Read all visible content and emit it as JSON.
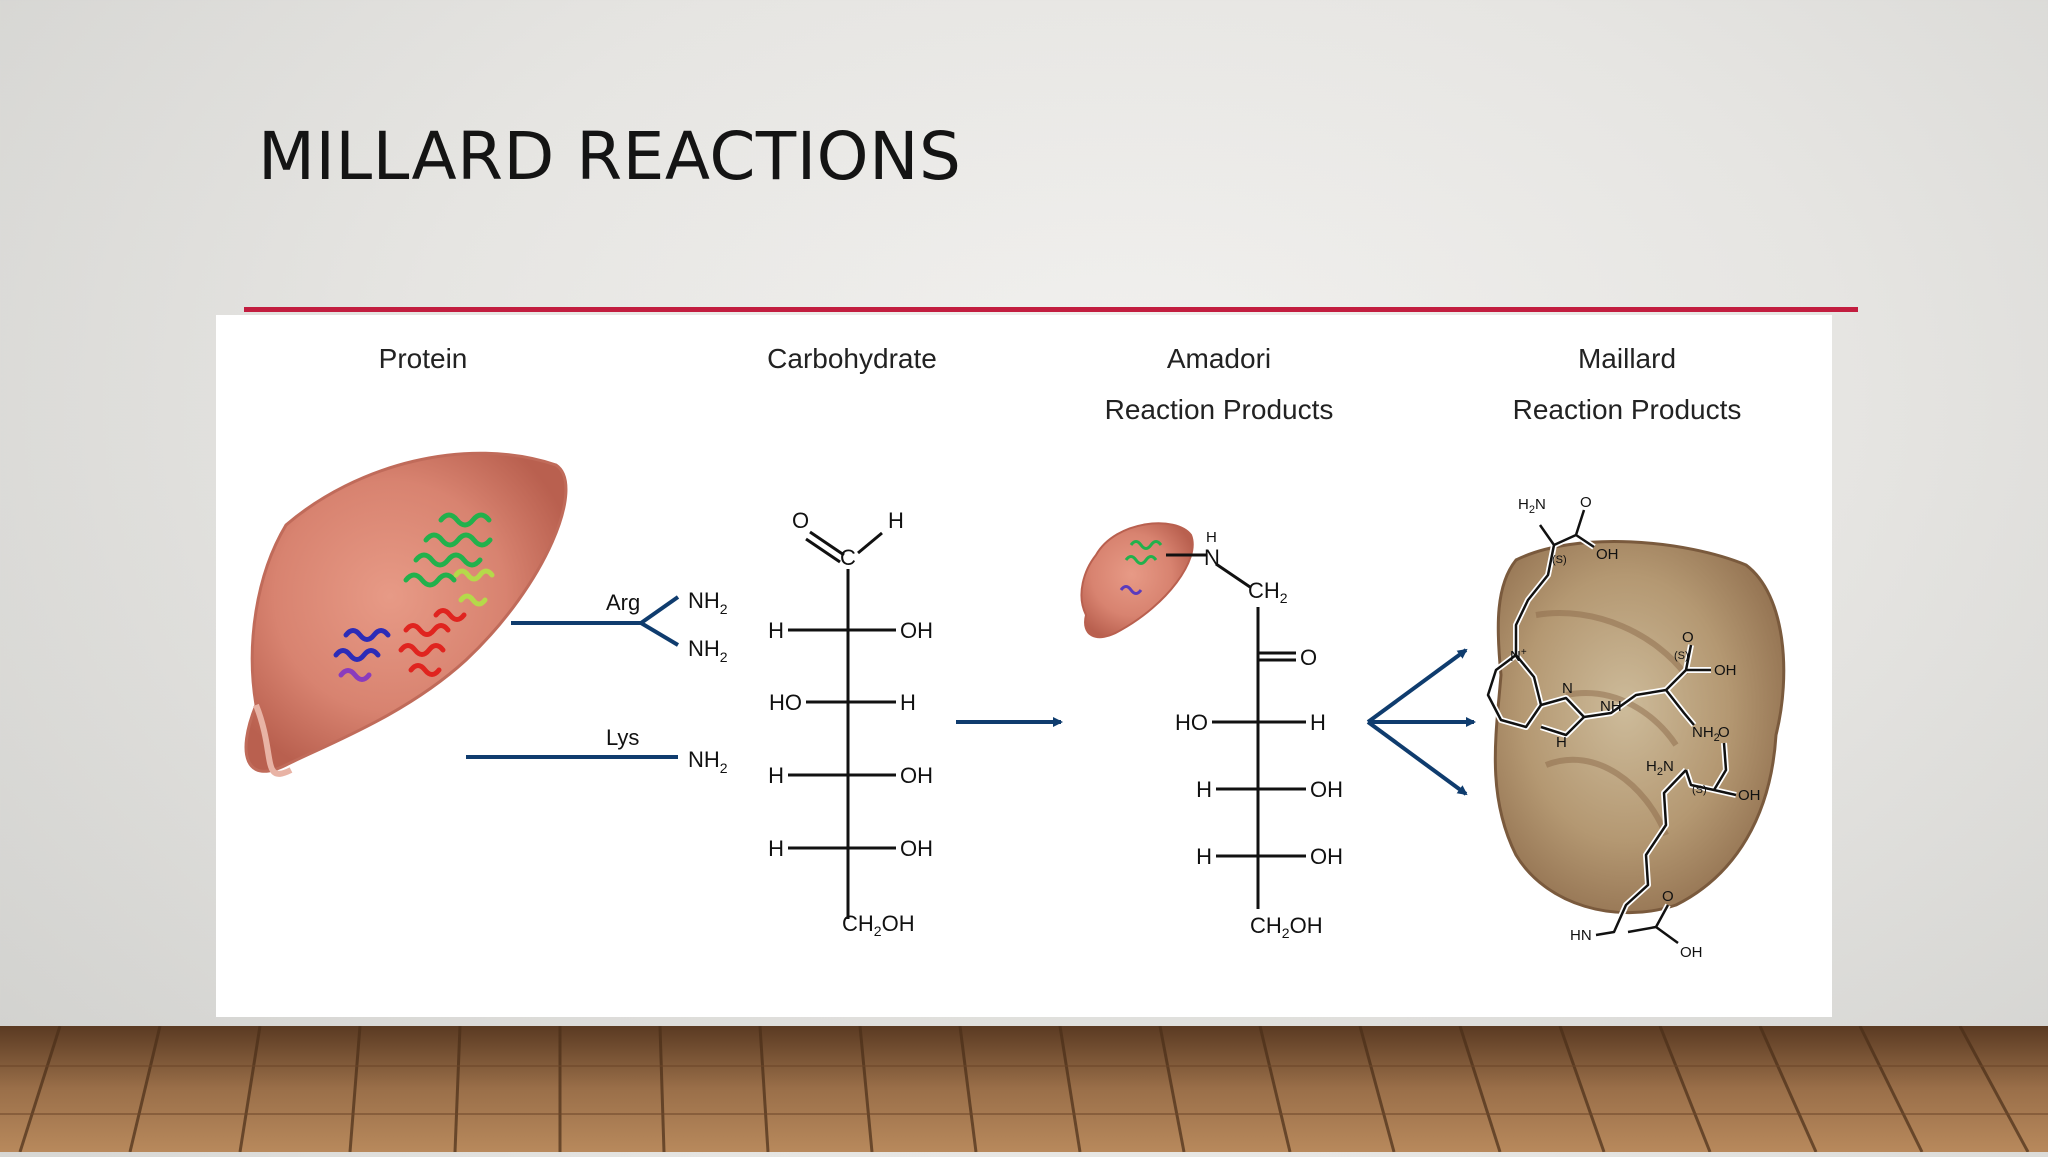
{
  "slide": {
    "title": "MILLARD REACTIONS"
  },
  "diagram": {
    "columns": {
      "protein": "Protein",
      "carbohydrate": "Carbohydrate",
      "amadori_line1": "Amadori",
      "amadori_line2": "Reaction Products",
      "maillard_line1": "Maillard",
      "maillard_line2": "Reaction Products"
    },
    "protein_groups": {
      "arg": "Arg",
      "lys": "Lys",
      "nh2": "NH",
      "sub2": "2"
    },
    "carbohydrate_chain": {
      "o": "O",
      "h": "H",
      "c": "C",
      "oh": "OH",
      "ho": "HO",
      "ch2oh_a": "CH",
      "ch2oh_b": "OH",
      "sub2": "2"
    },
    "amadori_chain": {
      "h": "H",
      "n": "N",
      "ch": "CH",
      "sub2": "2",
      "o": "O",
      "ho": "HO",
      "oh": "OH",
      "ch2oh_a": "CH",
      "ch2oh_b": "OH"
    },
    "maillard_structure": {
      "o": "O",
      "oh": "OH",
      "h2n_a": "H",
      "h2n_b": "N",
      "sub2": "2",
      "s": "(S)",
      "n_plus": "N",
      "plus": "+",
      "n": "N",
      "nh": "NH",
      "hn": "HN",
      "nh2_a": "NH",
      "h": "H"
    }
  },
  "colors": {
    "title_rule": "#c21d3f",
    "arrow": "#0f3c6e"
  }
}
